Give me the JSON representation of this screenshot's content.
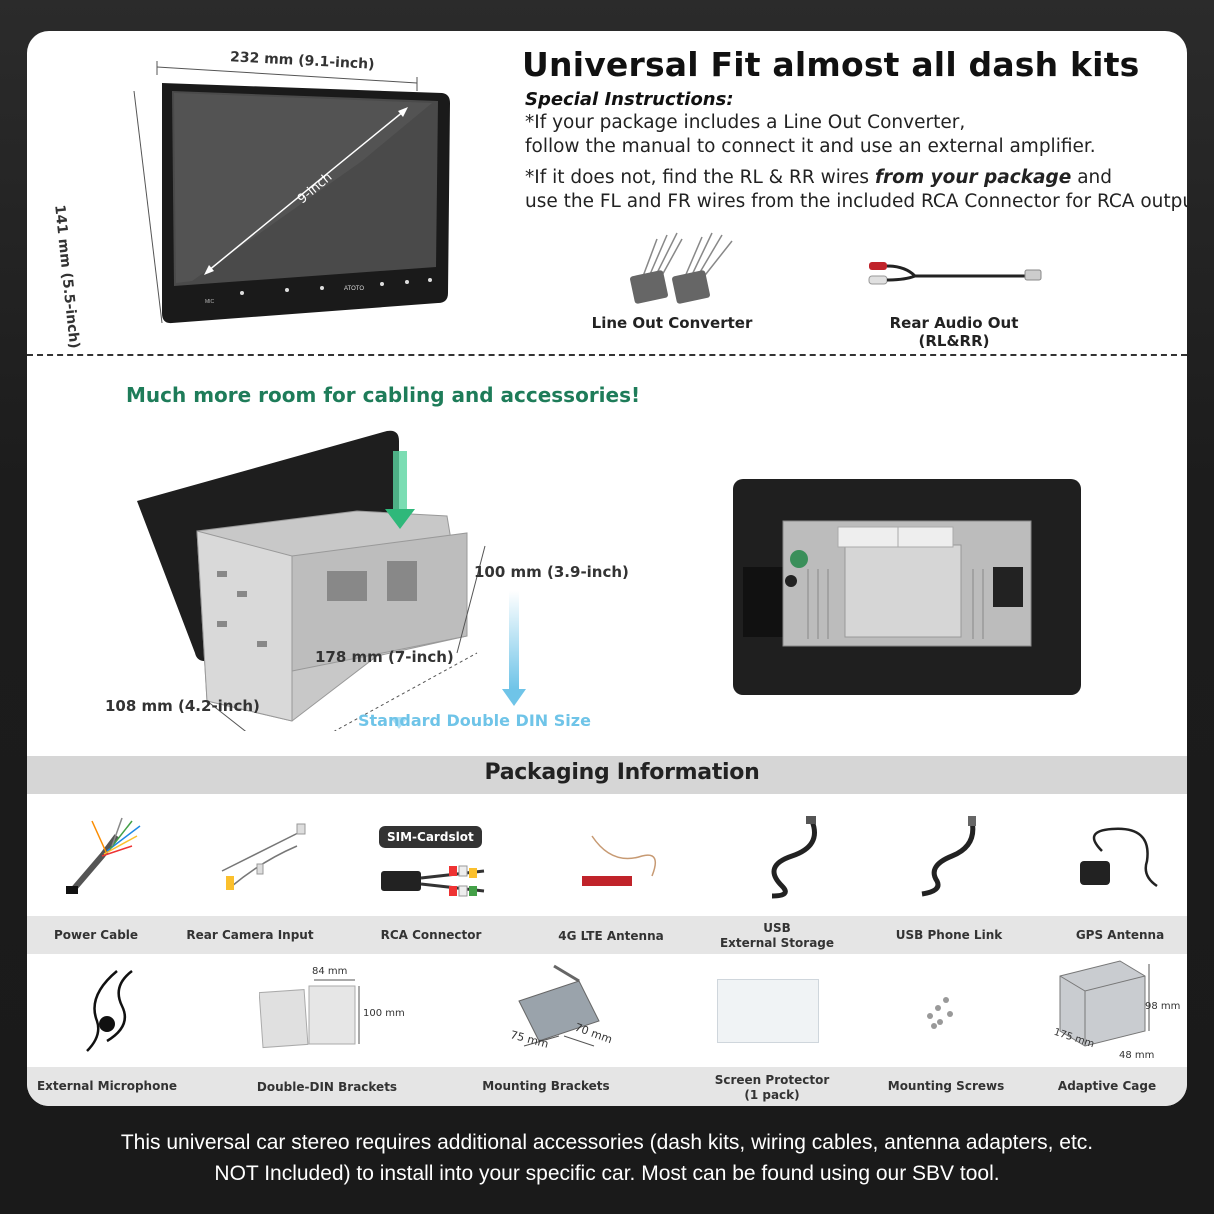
{
  "header": {
    "title": "Universal Fit almost all dash kits",
    "special_heading": "Special Instructions:",
    "instruction_1_line1": "*If your package includes a Line Out Converter,",
    "instruction_1_line2": "follow the manual to connect it and use an external amplifier.",
    "instruction_2_a": "*If it does not, find the RL & RR wires ",
    "instruction_2_b": "from your package",
    "instruction_2_c": " and",
    "instruction_2_line2": "use the FL and FR wires from the included RCA Connector for RCA output."
  },
  "device": {
    "width_label": "232 mm (9.1-inch)",
    "height_label": "141 mm (5.5-inch)",
    "diagonal_label": "9-inch",
    "brand": "ATOTO",
    "mic_label": "MIC"
  },
  "accessories_top": {
    "line_out": "Line Out Converter",
    "rear_audio_line1": "Rear Audio Out",
    "rear_audio_line2": "(RL&RR)"
  },
  "cabling": {
    "headline": "Much more room for cabling and accessories!",
    "dim_height": "100 mm (3.9-inch)",
    "dim_width": "178 mm (7-inch)",
    "dim_depth": "108 mm (4.2-inch)",
    "standard": "Standard Double DIN Size"
  },
  "packaging": {
    "title": "Packaging Information",
    "sim_badge": "SIM-Cardslot",
    "row1": [
      {
        "line1": "Power Cable",
        "line2": ""
      },
      {
        "line1": "Rear Camera Input",
        "line2": ""
      },
      {
        "line1": "RCA Connector",
        "line2": ""
      },
      {
        "line1": "4G LTE Antenna",
        "line2": ""
      },
      {
        "line1": "USB",
        "line2": "External Storage"
      },
      {
        "line1": "USB Phone Link",
        "line2": ""
      },
      {
        "line1": "GPS Antenna",
        "line2": ""
      }
    ],
    "row2": [
      {
        "line1": "External Microphone",
        "line2": ""
      },
      {
        "line1": "Double-DIN Brackets",
        "line2": ""
      },
      {
        "line1": "Mounting Brackets",
        "line2": ""
      },
      {
        "line1": "Screen Protector",
        "line2": "(1 pack)"
      },
      {
        "line1": "Mounting Screws",
        "line2": ""
      },
      {
        "line1": "Adaptive Cage",
        "line2": ""
      }
    ],
    "bracket_w": "84 mm",
    "bracket_h": "100 mm",
    "mount_a": "75 mm",
    "mount_b": "70 mm",
    "cage_a": "175 mm",
    "cage_b": "48 mm",
    "cage_c": "98 mm"
  },
  "footer": {
    "line1": "This universal car stereo requires additional accessories (dash kits, wiring cables, antenna adapters, etc.",
    "line2": "NOT Included) to install into your specific car. Most can be found using our SBV tool."
  },
  "colors": {
    "green_headline": "#1e7c59",
    "standard_blue": "#6fc4e8",
    "bar_gray": "#d6d6d6"
  }
}
